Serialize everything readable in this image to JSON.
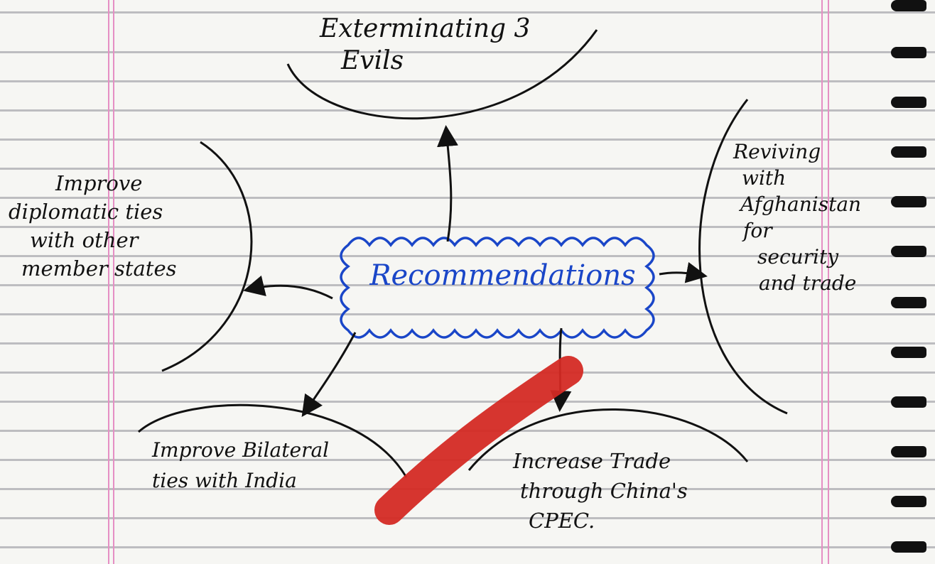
{
  "center": {
    "label": "Recommendations"
  },
  "nodes": {
    "top": {
      "lines": [
        "Exterminating 3",
        "Evils"
      ]
    },
    "left": {
      "lines": [
        "Improve",
        "diplomatic ties",
        "with other",
        "member states"
      ]
    },
    "right": {
      "lines": [
        "Reviving",
        "with",
        "Afghanistan",
        "for",
        "security",
        "and trade"
      ]
    },
    "bottom_left": {
      "lines": [
        "Improve Bilateral",
        "ties with India"
      ]
    },
    "bottom_right": {
      "lines": [
        "Increase Trade",
        "through China's",
        "CPEC."
      ]
    }
  },
  "colors": {
    "ink": "#111111",
    "center_ink": "#1a46c8",
    "strike": "#d42a24",
    "margin": "#e58fc4"
  }
}
